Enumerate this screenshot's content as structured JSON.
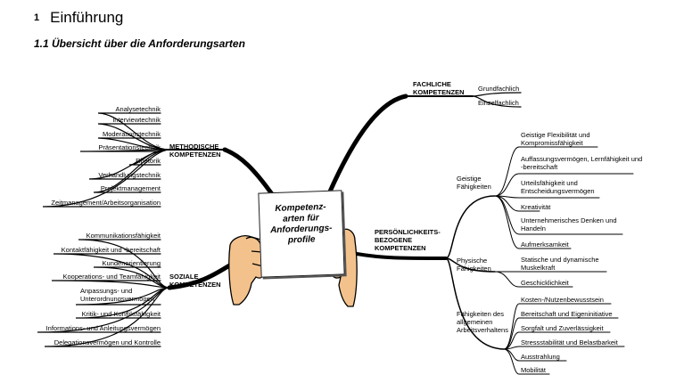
{
  "heading": {
    "number": "1",
    "title": "Einführung"
  },
  "subheading": "1.1  Übersicht über die Anforderungsarten",
  "center_card": "Kompetenz-\narten für\nAnforderungs-\nprofile",
  "categories": {
    "methodische": "METHODISCHE\nKOMPETENZEN",
    "soziale": "SOZIALE\nKOMPETENZEN",
    "fachliche": "FACHLICHE\nKOMPETENZEN",
    "persoenliche": "PERSÖNLICHKEITS-\nBEZOGENE\nKOMPETENZEN"
  },
  "methodische_items": [
    "Analysetechnik",
    "Interviewtechnik",
    "Moderationstechnik",
    "Präsentationstechnik",
    "Rhetorik",
    "Verhandlungstechnik",
    "Projektmanagement",
    "Zeitmanagement/Arbeitsorganisation"
  ],
  "soziale_items": [
    "Kommunikationsfähigkeit",
    "Kontaktfähigkeit und -bereitschaft",
    "Kundenorientierung",
    "Kooperations- und Teamfähigkeit",
    "Anpassungs- und\nUnterordnungsvermögen",
    "Kritik- und Konfliktfähigkeit",
    "Informations- und Anleitungsvermögen",
    "Delegationsvermögen und Kontrolle"
  ],
  "fachliche_items": [
    "Grundfachlich",
    "Einzelfachlich"
  ],
  "subgroups": {
    "geistige": "Geistige\nFähigkeiten",
    "physische": "Physische\nFähigkeiten",
    "verhalten": "Fähigkeiten des\nallgemeinen\nArbeitsverhaltens"
  },
  "geistige_items": [
    "Geistige Flexibilität und\nKompromissfähigkeit",
    "Auffassungsvermögen, Lernfähigkeit und\n-bereitschaft",
    "Urteilsfähigkeit und\nEntscheidungsvermögen",
    "Kreativität",
    "Unternehmerisches Denken und\nHandeln",
    "Aufmerksamkeit"
  ],
  "physische_items": [
    "Statische und dynamische\nMuskelkraft",
    "Geschicklichkeit"
  ],
  "verhalten_items": [
    "Kosten-/Nutzenbewusstsein",
    "Bereitschaft und Eigeninitiative",
    "Sorgfalt und Zuverlässigkeit",
    "Stressstabilität und Belastbarkeit",
    "Ausstrahlung",
    "Mobilität"
  ]
}
